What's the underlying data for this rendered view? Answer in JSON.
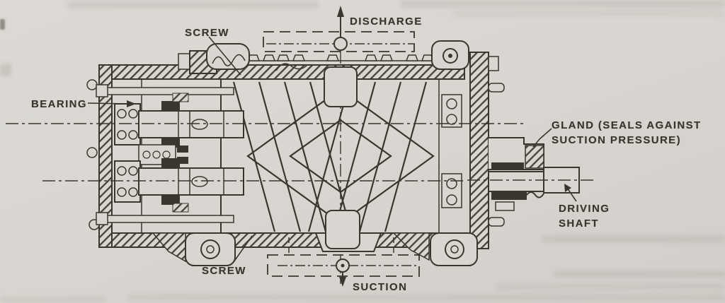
{
  "figure": {
    "type": "technical-diagram",
    "subject": "Twin-screw compressor cross-section (scanned book illustration)",
    "labels": {
      "discharge": "DISCHARGE",
      "screw_top": "SCREW",
      "bearing": "BEARING",
      "gland": {
        "line1": "GLAND (SEALS AGAINST",
        "line2": "SUCTION PRESSURE)"
      },
      "driving_shaft": {
        "line1": "DRIVING",
        "line2": "SHAFT"
      },
      "screw_bottom": "SCREW",
      "suction": "SUCTION"
    },
    "colors": {
      "paper": "#d9d6d1",
      "ink": "#3b372f",
      "ghost_text": "#86827b"
    }
  }
}
